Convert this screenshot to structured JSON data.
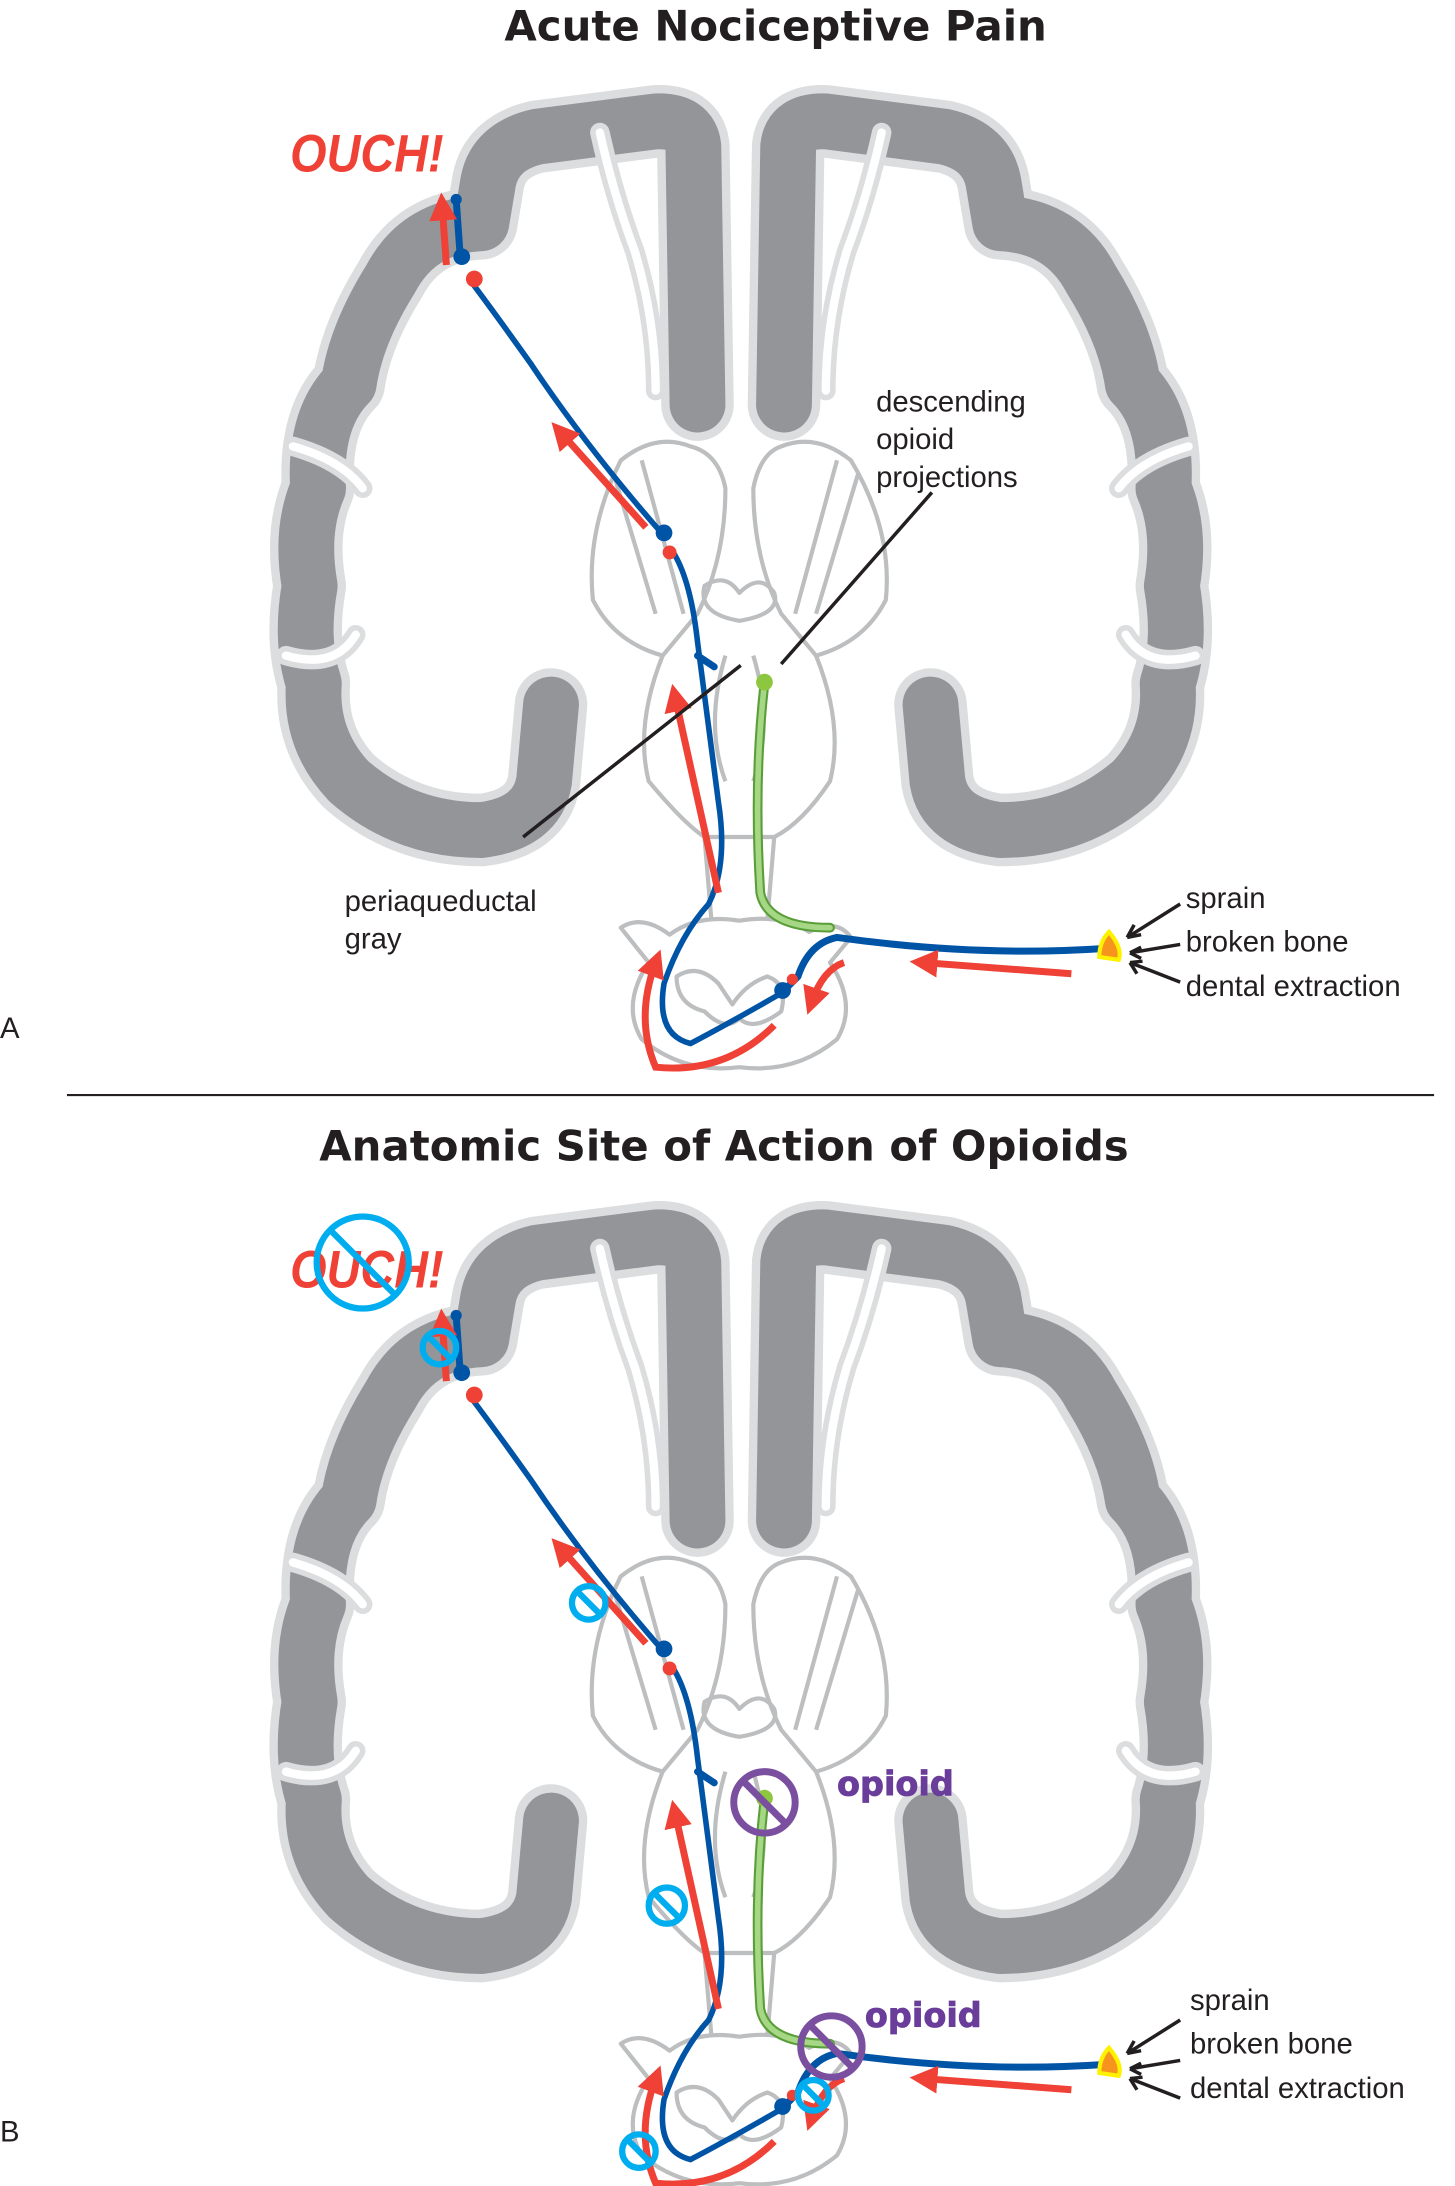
{
  "panel_a": {
    "letter": "A",
    "title": "Acute Nociceptive Pain",
    "ouch": "OUCH!",
    "descending_label": [
      "descending",
      "opioid",
      "projections"
    ],
    "pag_label": [
      "periaqueductal",
      "gray"
    ],
    "stimuli": [
      "sprain",
      "broken bone",
      "dental extraction"
    ]
  },
  "panel_b": {
    "letter": "B",
    "title": "Anatomic Site of Action of Opioids",
    "ouch": "OUCH!",
    "opioid_labels": [
      "opioid",
      "opioid"
    ],
    "stimuli": [
      "sprain",
      "broken bone",
      "dental extraction"
    ]
  },
  "colors": {
    "cortex": "#939598",
    "cortex_outline": "#dcddde",
    "brainstem_outline": "#bcbec0",
    "ascending_neuron": "#0054a6",
    "pain_signal": "#ef4136",
    "descending_opioid": "#8dc63f",
    "block_symbol": "#00aeef",
    "opioid_block": "#7b4fa0"
  }
}
